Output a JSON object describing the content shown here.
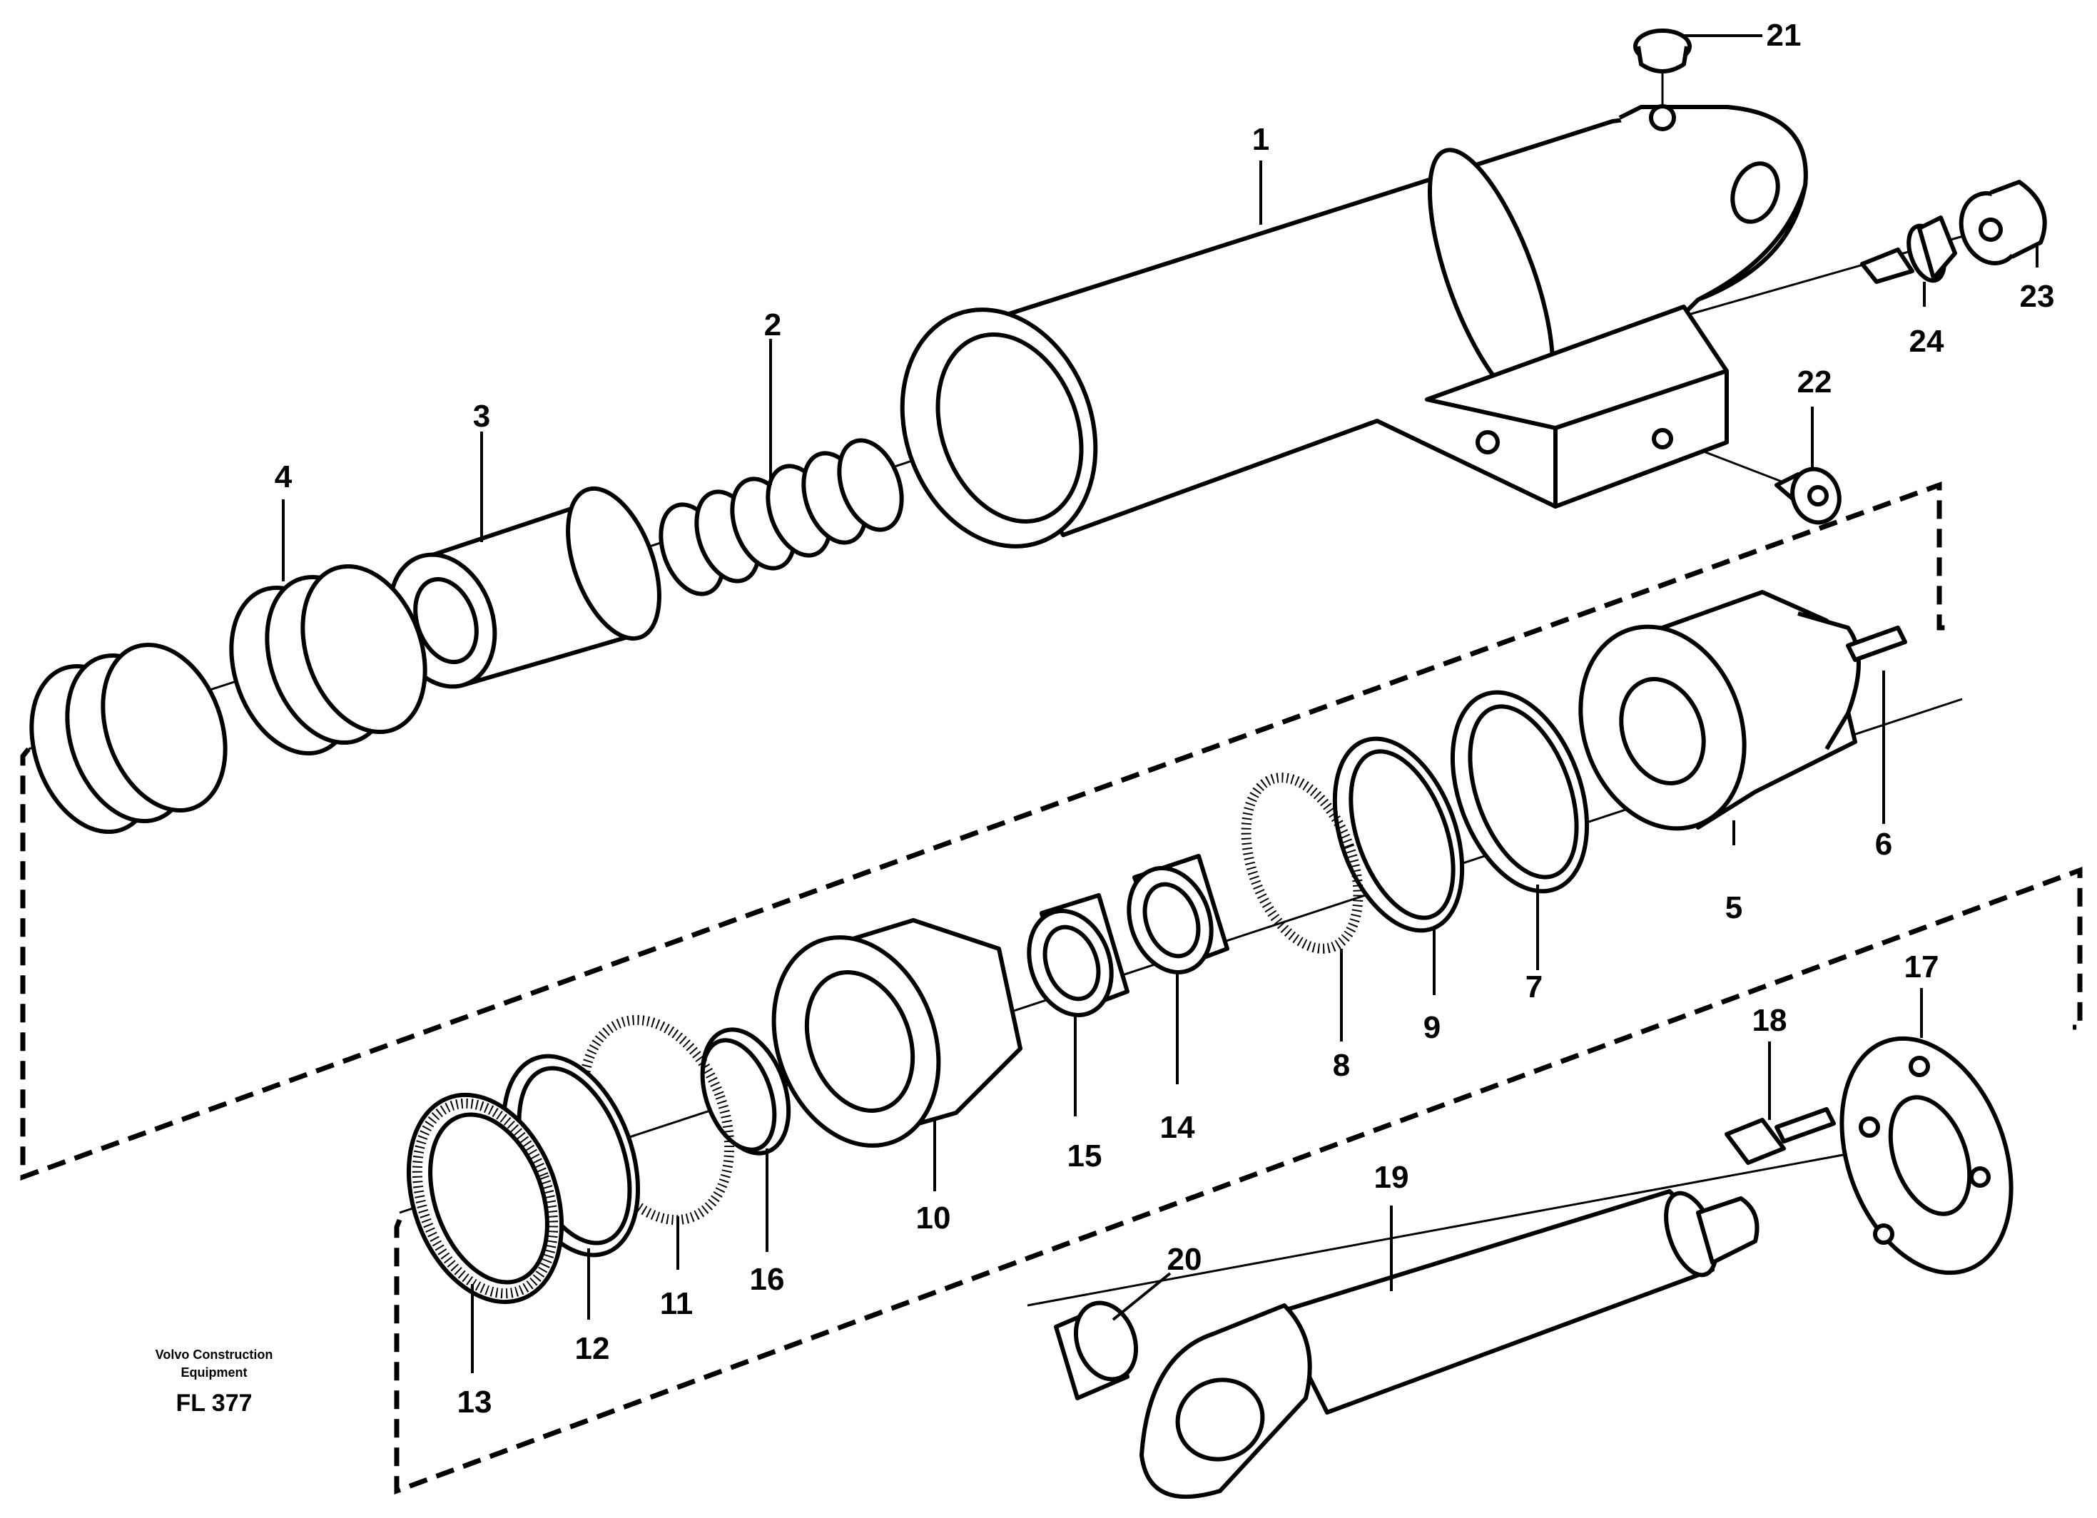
{
  "callouts": [
    "1",
    "2",
    "3",
    "4",
    "5",
    "6",
    "7",
    "8",
    "9",
    "10",
    "11",
    "12",
    "13",
    "14",
    "15",
    "16",
    "17",
    "18",
    "19",
    "20",
    "21",
    "22",
    "23",
    "24"
  ],
  "footer": {
    "brand_line1": "Volvo Construction",
    "brand_line2": "Equipment",
    "figure_code": "FL 377"
  }
}
